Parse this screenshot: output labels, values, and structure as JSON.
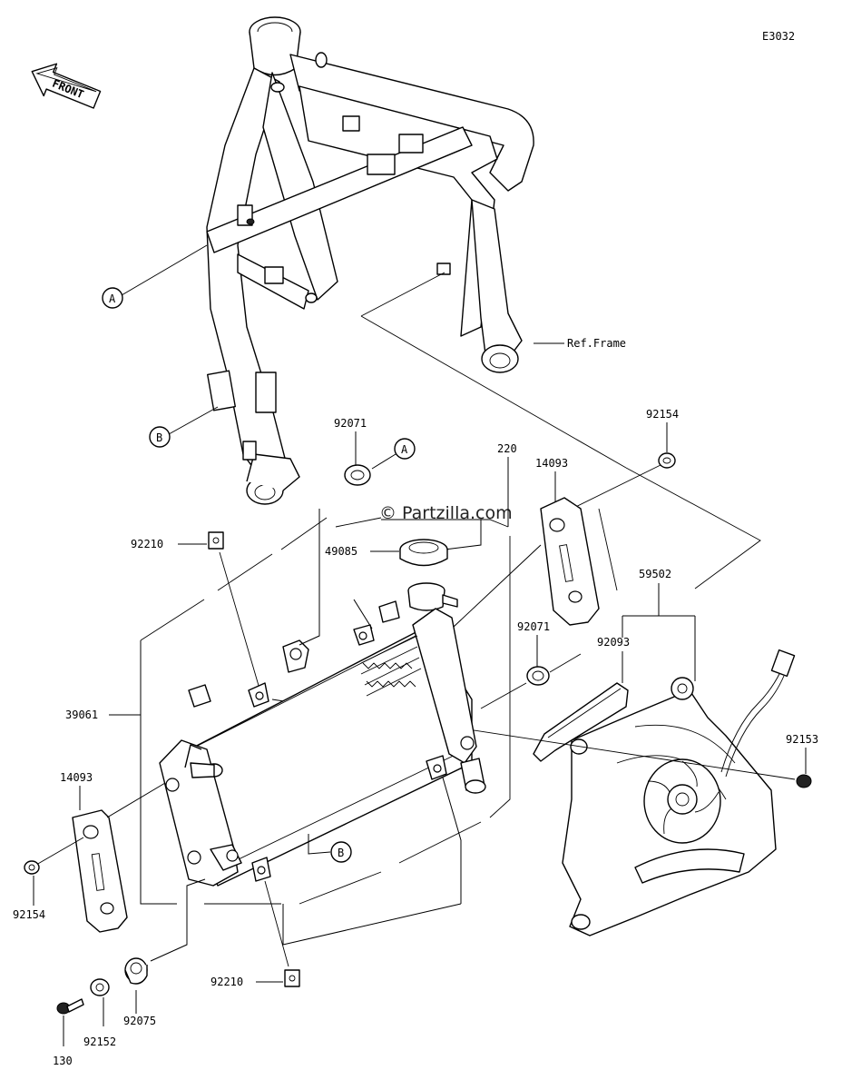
{
  "diagram": {
    "drawing_code": "E3032",
    "watermark": "© Partzilla.com",
    "front_arrow_label": "FRONT",
    "frame_reference": "Ref.Frame",
    "callouts": {
      "a_top": "A",
      "a_mid": "A",
      "b_left": "B",
      "b_bottom": "B"
    },
    "part_numbers": {
      "p_92071_top": "92071",
      "p_92154_top": "92154",
      "p_220": "220",
      "p_14093_top": "14093",
      "p_92210_top": "92210",
      "p_49085": "49085",
      "p_59502": "59502",
      "p_92071_mid": "92071",
      "p_92093": "92093",
      "p_39061": "39061",
      "p_92153": "92153",
      "p_14093_bottom": "14093",
      "p_92154_bottom": "92154",
      "p_92210_bottom": "92210",
      "p_92075": "92075",
      "p_92152": "92152",
      "p_130": "130"
    }
  }
}
